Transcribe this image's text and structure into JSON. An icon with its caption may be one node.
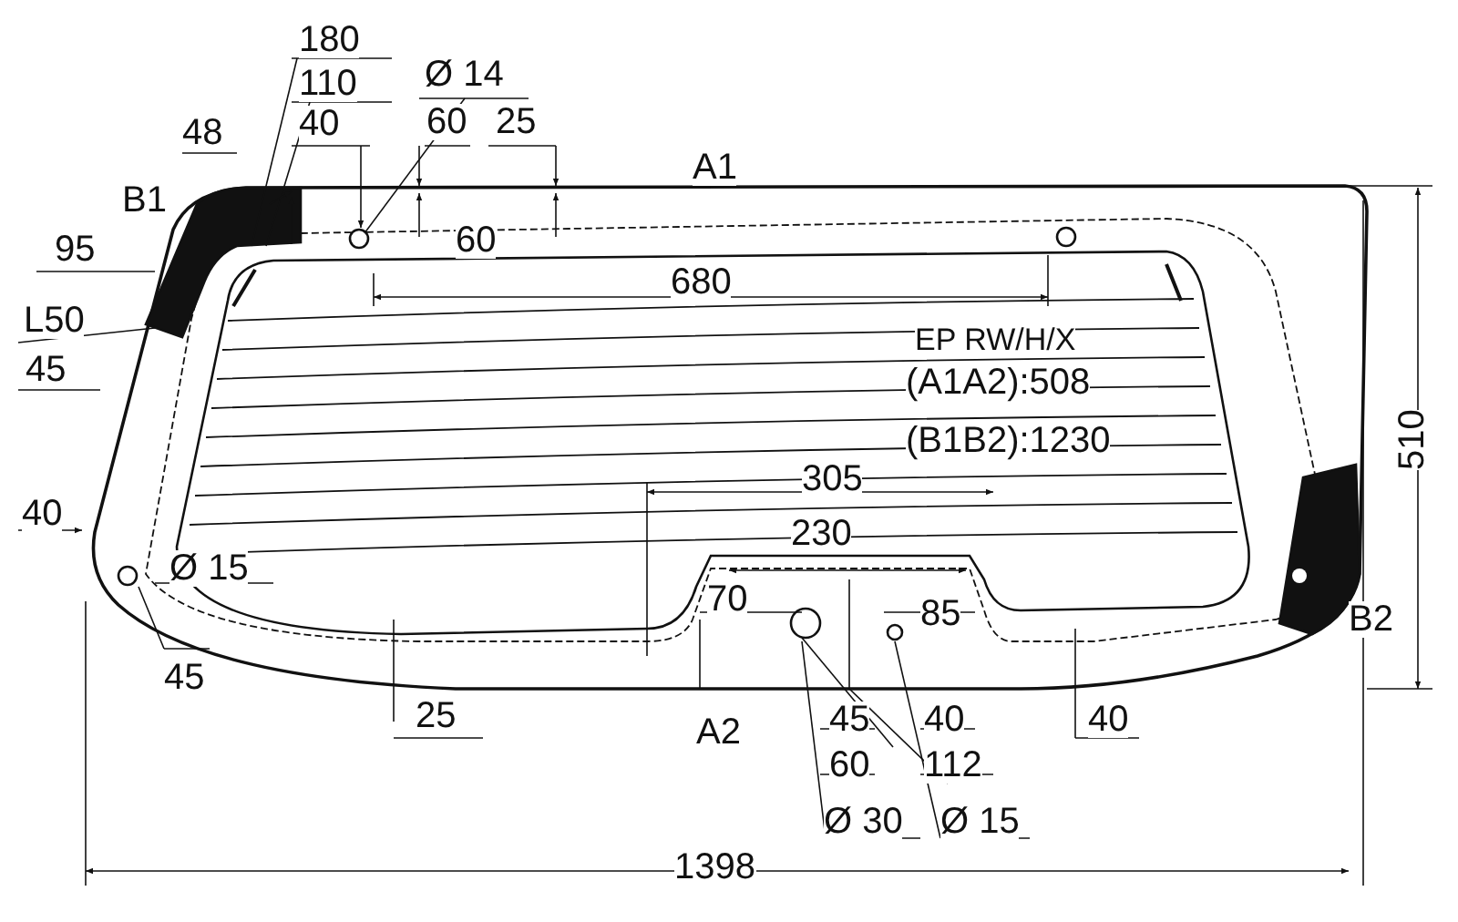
{
  "diagram": {
    "labels": [
      "180",
      "110",
      "Ø 14",
      "48",
      "40",
      "60",
      "25",
      "A1",
      "B1",
      "95",
      "60",
      "680",
      "L50",
      "EP RW/H/X",
      "45",
      "(A1A2):508",
      "(B1B2):1230",
      "510",
      "305",
      "40",
      "230",
      "Ø 15",
      "70",
      "85",
      "B2",
      "45",
      "25",
      "A2",
      "45",
      "40",
      "40",
      "60",
      "112",
      "Ø 30",
      "Ø 15",
      "1398"
    ]
  }
}
